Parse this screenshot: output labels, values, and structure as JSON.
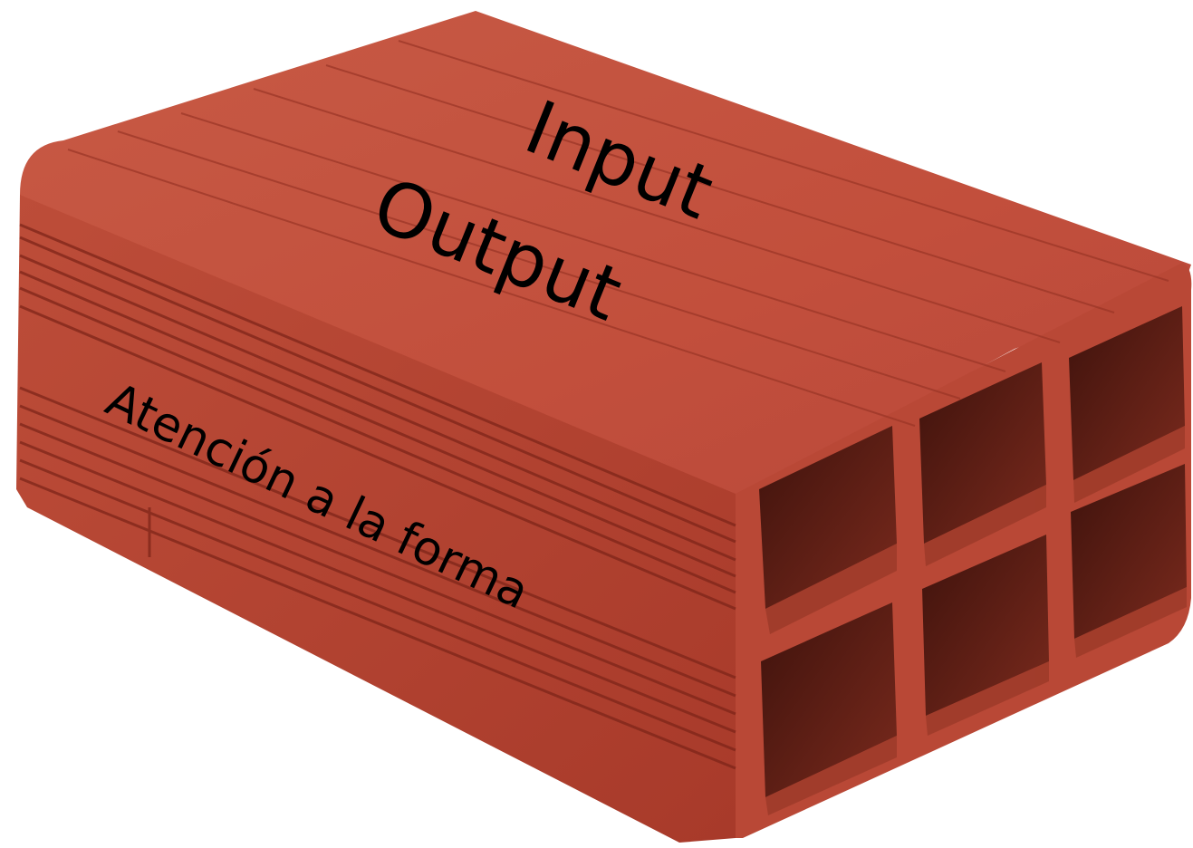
{
  "image": {
    "subject": "hollow clay brick",
    "colors": {
      "background": "#ffffff",
      "brick_top": "#c24f3c",
      "brick_side": "#b4412f",
      "brick_face": "#b94836",
      "cavity": "#5a1b12",
      "groove": "#8e2a1c",
      "text": "#000000"
    }
  },
  "labels": {
    "top_line_1": "Input",
    "top_line_2": "Output",
    "side_text": "Atención a la forma"
  }
}
